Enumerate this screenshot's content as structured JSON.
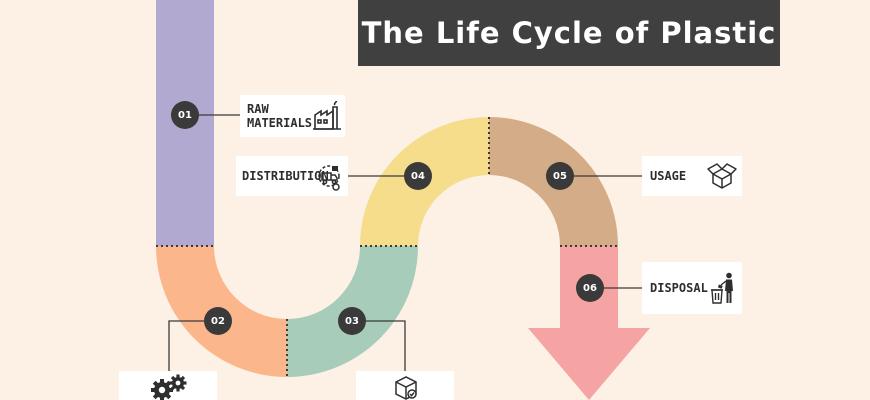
{
  "title": "The Life Cycle of Plastic",
  "colors": {
    "background": "#fdf1e6",
    "title_bg": "#404040",
    "raw_materials": "#b1a9cf",
    "manufacturing": "#fbb68c",
    "packaging": "#a7ccb9",
    "distribution": "#f6dd8b",
    "usage": "#d4ad88",
    "disposal": "#f6a4a3",
    "marker": "#3a3a3a"
  },
  "stages": [
    {
      "number": "01",
      "label": "RAW\nMATERIALS",
      "icon": "factory-icon"
    },
    {
      "number": "02",
      "label": "",
      "icon": "gears-icon"
    },
    {
      "number": "03",
      "label": "",
      "icon": "package-icon"
    },
    {
      "number": "04",
      "label": "DISTRIBUTION",
      "icon": "delivery-icon"
    },
    {
      "number": "05",
      "label": "USAGE",
      "icon": "open-box-icon"
    },
    {
      "number": "06",
      "label": "DISPOSAL",
      "icon": "trash-disposal-icon"
    }
  ]
}
